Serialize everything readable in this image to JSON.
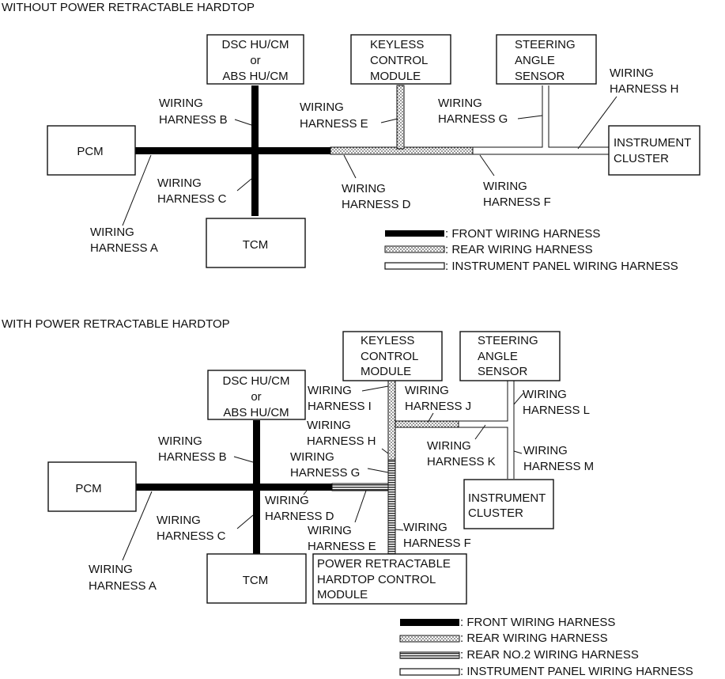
{
  "legend_types": {
    "front": {
      "label": ": FRONT WIRING HARNESS",
      "color": "#000000"
    },
    "rear": {
      "label": ": REAR WIRING HARNESS",
      "pattern": "dotted"
    },
    "rear2": {
      "label": ": REAR NO.2 WIRING HARNESS",
      "pattern": "striped"
    },
    "ip": {
      "label": ": INSTRUMENT PANEL WIRING HARNESS",
      "pattern": "hollow"
    }
  },
  "diagram1": {
    "title": "WITHOUT POWER RETRACTABLE HARDTOP",
    "modules": {
      "dsc": [
        "DSC HU/CM",
        "or",
        "ABS HU/CM"
      ],
      "keyless": [
        "KEYLESS",
        "CONTROL",
        "MODULE"
      ],
      "steering": [
        "STEERING",
        "ANGLE",
        "SENSOR"
      ],
      "pcm": [
        "PCM"
      ],
      "tcm": [
        "TCM"
      ],
      "cluster": [
        "INSTRUMENT",
        "CLUSTER"
      ]
    },
    "harnesses": {
      "a": [
        "WIRING",
        "HARNESS A"
      ],
      "b": [
        "WIRING",
        "HARNESS B"
      ],
      "c": [
        "WIRING",
        "HARNESS C"
      ],
      "d": [
        "WIRING",
        "HARNESS D"
      ],
      "e": [
        "WIRING",
        "HARNESS E"
      ],
      "f": [
        "WIRING",
        "HARNESS F"
      ],
      "g": [
        "WIRING",
        "HARNESS G"
      ],
      "h": [
        "WIRING",
        "HARNESS H"
      ]
    },
    "legend": [
      ": FRONT WIRING HARNESS",
      ": REAR WIRING HARNESS",
      ": INSTRUMENT PANEL WIRING HARNESS"
    ]
  },
  "diagram2": {
    "title": "WITH POWER RETRACTABLE HARDTOP",
    "modules": {
      "dsc": [
        "DSC HU/CM",
        "or",
        "ABS HU/CM"
      ],
      "keyless": [
        "KEYLESS",
        "CONTROL",
        "MODULE"
      ],
      "steering": [
        "STEERING",
        "ANGLE",
        "SENSOR"
      ],
      "pcm": [
        "PCM"
      ],
      "tcm": [
        "TCM"
      ],
      "cluster": [
        "INSTRUMENT",
        "CLUSTER"
      ],
      "prhcm": [
        "POWER RETRACTABLE",
        "HARDTOP CONTROL",
        "MODULE"
      ]
    },
    "harnesses": {
      "a": [
        "WIRING",
        "HARNESS A"
      ],
      "b": [
        "WIRING",
        "HARNESS B"
      ],
      "c": [
        "WIRING",
        "HARNESS C"
      ],
      "d": [
        "WIRING",
        "HARNESS D"
      ],
      "e": [
        "WIRING",
        "HARNESS E"
      ],
      "f": [
        "WIRING",
        "HARNESS F"
      ],
      "g": [
        "WIRING",
        "HARNESS G"
      ],
      "h": [
        "WIRING",
        "HARNESS H"
      ],
      "i": [
        "WIRING",
        "HARNESS I"
      ],
      "j": [
        "WIRING",
        "HARNESS J"
      ],
      "k": [
        "WIRING",
        "HARNESS K"
      ],
      "l": [
        "WIRING",
        "HARNESS L"
      ],
      "m": [
        "WIRING",
        "HARNESS M"
      ]
    },
    "legend": [
      ": FRONT WIRING HARNESS",
      ": REAR WIRING HARNESS",
      ": REAR NO.2 WIRING HARNESS",
      ": INSTRUMENT PANEL WIRING HARNESS"
    ]
  }
}
